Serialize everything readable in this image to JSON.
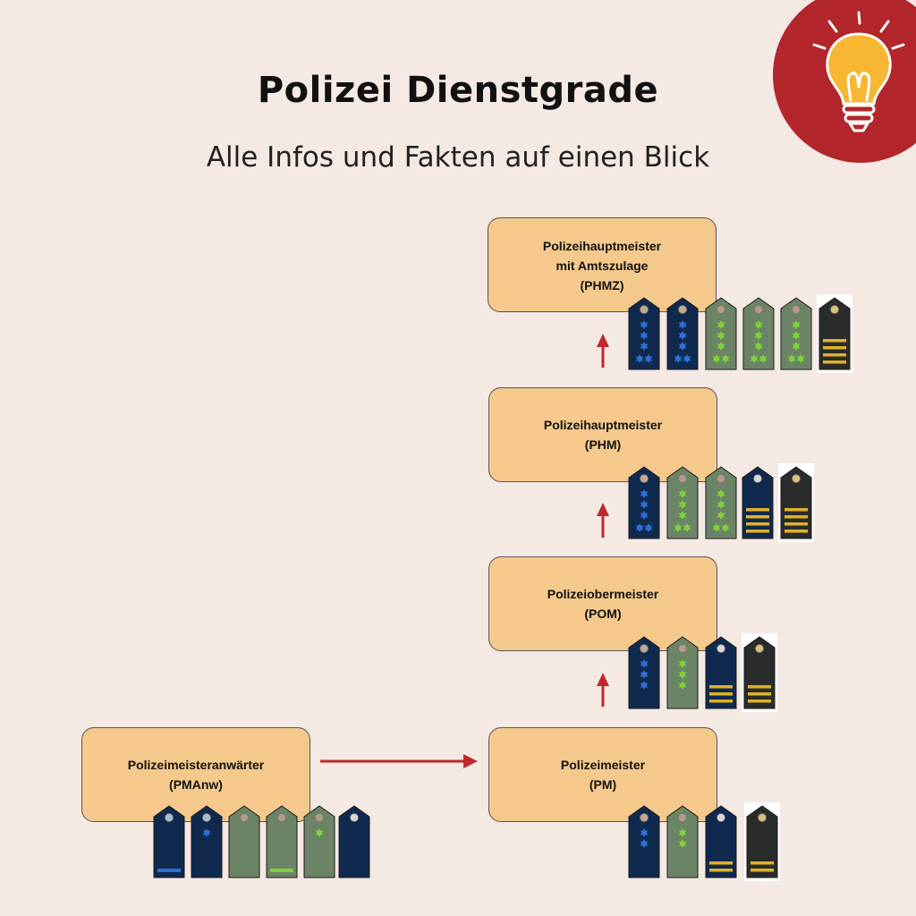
{
  "header": {
    "title": "Polizei Dienstgrade",
    "subtitle": "Alle Infos und Fakten auf einen Blick"
  },
  "ranks": [
    {
      "id": "pmanw",
      "lines": [
        "Polizeimeisteranwärter",
        "(PMAnw)"
      ]
    },
    {
      "id": "pm",
      "lines": [
        "Polizeimeister",
        "(PM)"
      ]
    },
    {
      "id": "pom",
      "lines": [
        "Polizeiobermeister",
        "(POM)"
      ]
    },
    {
      "id": "phm",
      "lines": [
        "Polizeihauptmeister",
        "(PHM)"
      ]
    },
    {
      "id": "phmz",
      "lines": [
        "Polizeihauptmeister",
        "mit Amtszulage",
        "(PHMZ)"
      ]
    }
  ],
  "colors": {
    "background": "#f5e9e4",
    "box": "#f5c98c",
    "arrow": "#c0282e",
    "accent": "#b3262b",
    "navy": "#0f2a4e",
    "green": "#6c8466",
    "black": "#2a2c2b",
    "star_blue": "#2f6fd6",
    "star_green": "#7fd13b",
    "gold": "#e0b22a"
  },
  "icons": {
    "corner": "lightbulb-icon",
    "epaulette": "shoulder-board-icon",
    "arrow": "arrow-icon"
  }
}
